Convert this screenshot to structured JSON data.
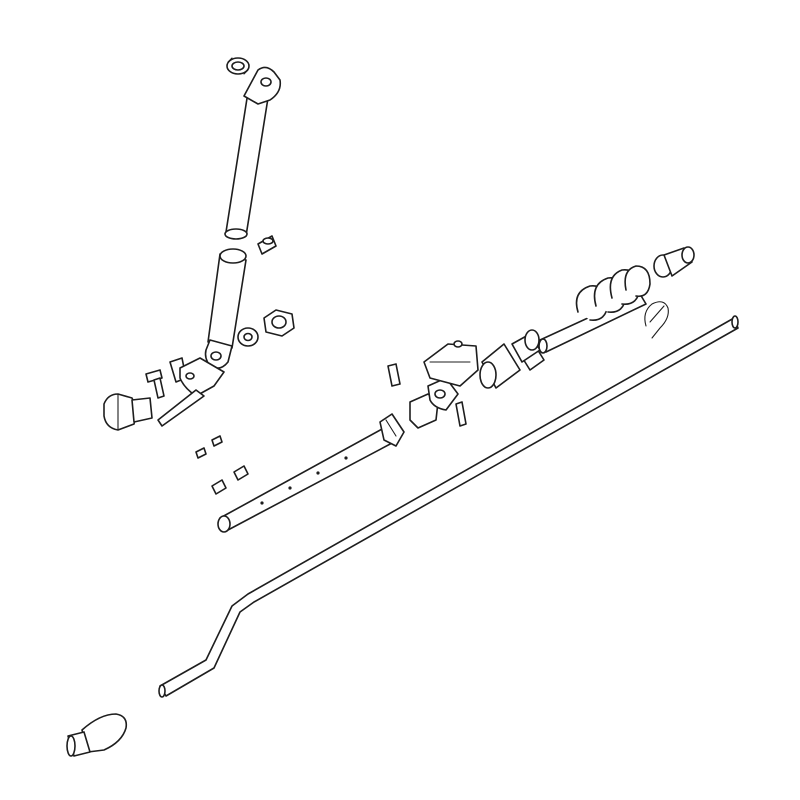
{
  "diagram": {
    "type": "exploded-parts-view",
    "line_color": "#1e1e1e",
    "background": "#ffffff",
    "parts": [
      "nut-top",
      "strut-rod",
      "strut-tube",
      "strut-bracket",
      "small-pin-upper",
      "washer",
      "hex-nut",
      "bolt",
      "bolt-small",
      "bracket-plate",
      "roll-pin",
      "set-screws",
      "shaft",
      "clevis",
      "pivot-block",
      "mount-plate",
      "bushing",
      "coupler",
      "spring-rod",
      "coil-spring",
      "end-bushing",
      "hair-pin-clip",
      "control-rod",
      "handle-knob"
    ]
  }
}
